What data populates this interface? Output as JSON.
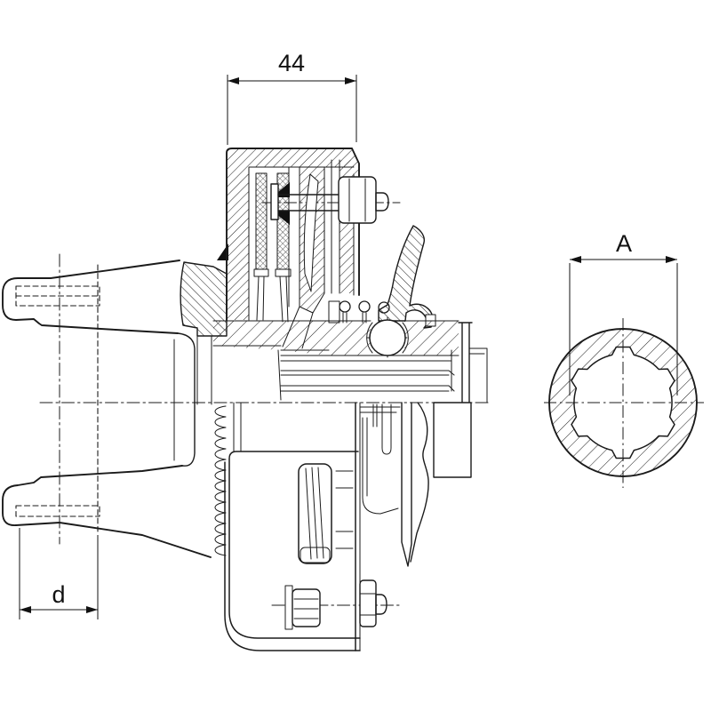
{
  "page": {
    "background": "#ffffff",
    "ink": "#1b1b1b",
    "description_labels": {
      "housing_width": "44",
      "spline_bore_diameter": "A",
      "yoke_bore_diameter": "d"
    }
  },
  "dimensions": {
    "housing_width": {
      "label": "44"
    },
    "spline_bore": {
      "label": "A"
    },
    "yoke_bore": {
      "label": "d"
    }
  }
}
